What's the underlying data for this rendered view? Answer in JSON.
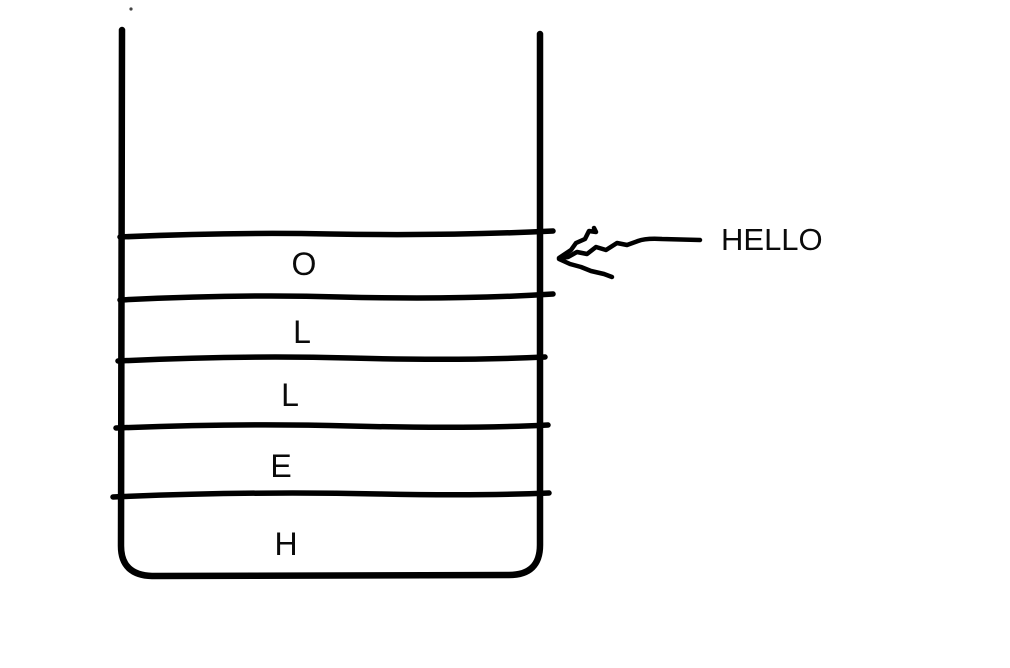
{
  "diagram": {
    "kind": "hand-drawn stack (LIFO) diagram",
    "description": "An open-top container drawn with black marker strokes holding five stacked letters; an arrow points at the top element.",
    "word": "HELLO"
  },
  "stack": {
    "rows_top_to_bottom": [
      "O",
      "L",
      "L",
      "E",
      "H"
    ],
    "rows_bottom_to_top": [
      "H",
      "E",
      "L",
      "L",
      "O"
    ],
    "top_element": "O"
  },
  "annotation": {
    "label": "HELLO",
    "points_to": "top stack element (O)"
  },
  "colors": {
    "ink": "#000000",
    "text_ink": "#0a0a0a",
    "background": "#ffffff"
  }
}
